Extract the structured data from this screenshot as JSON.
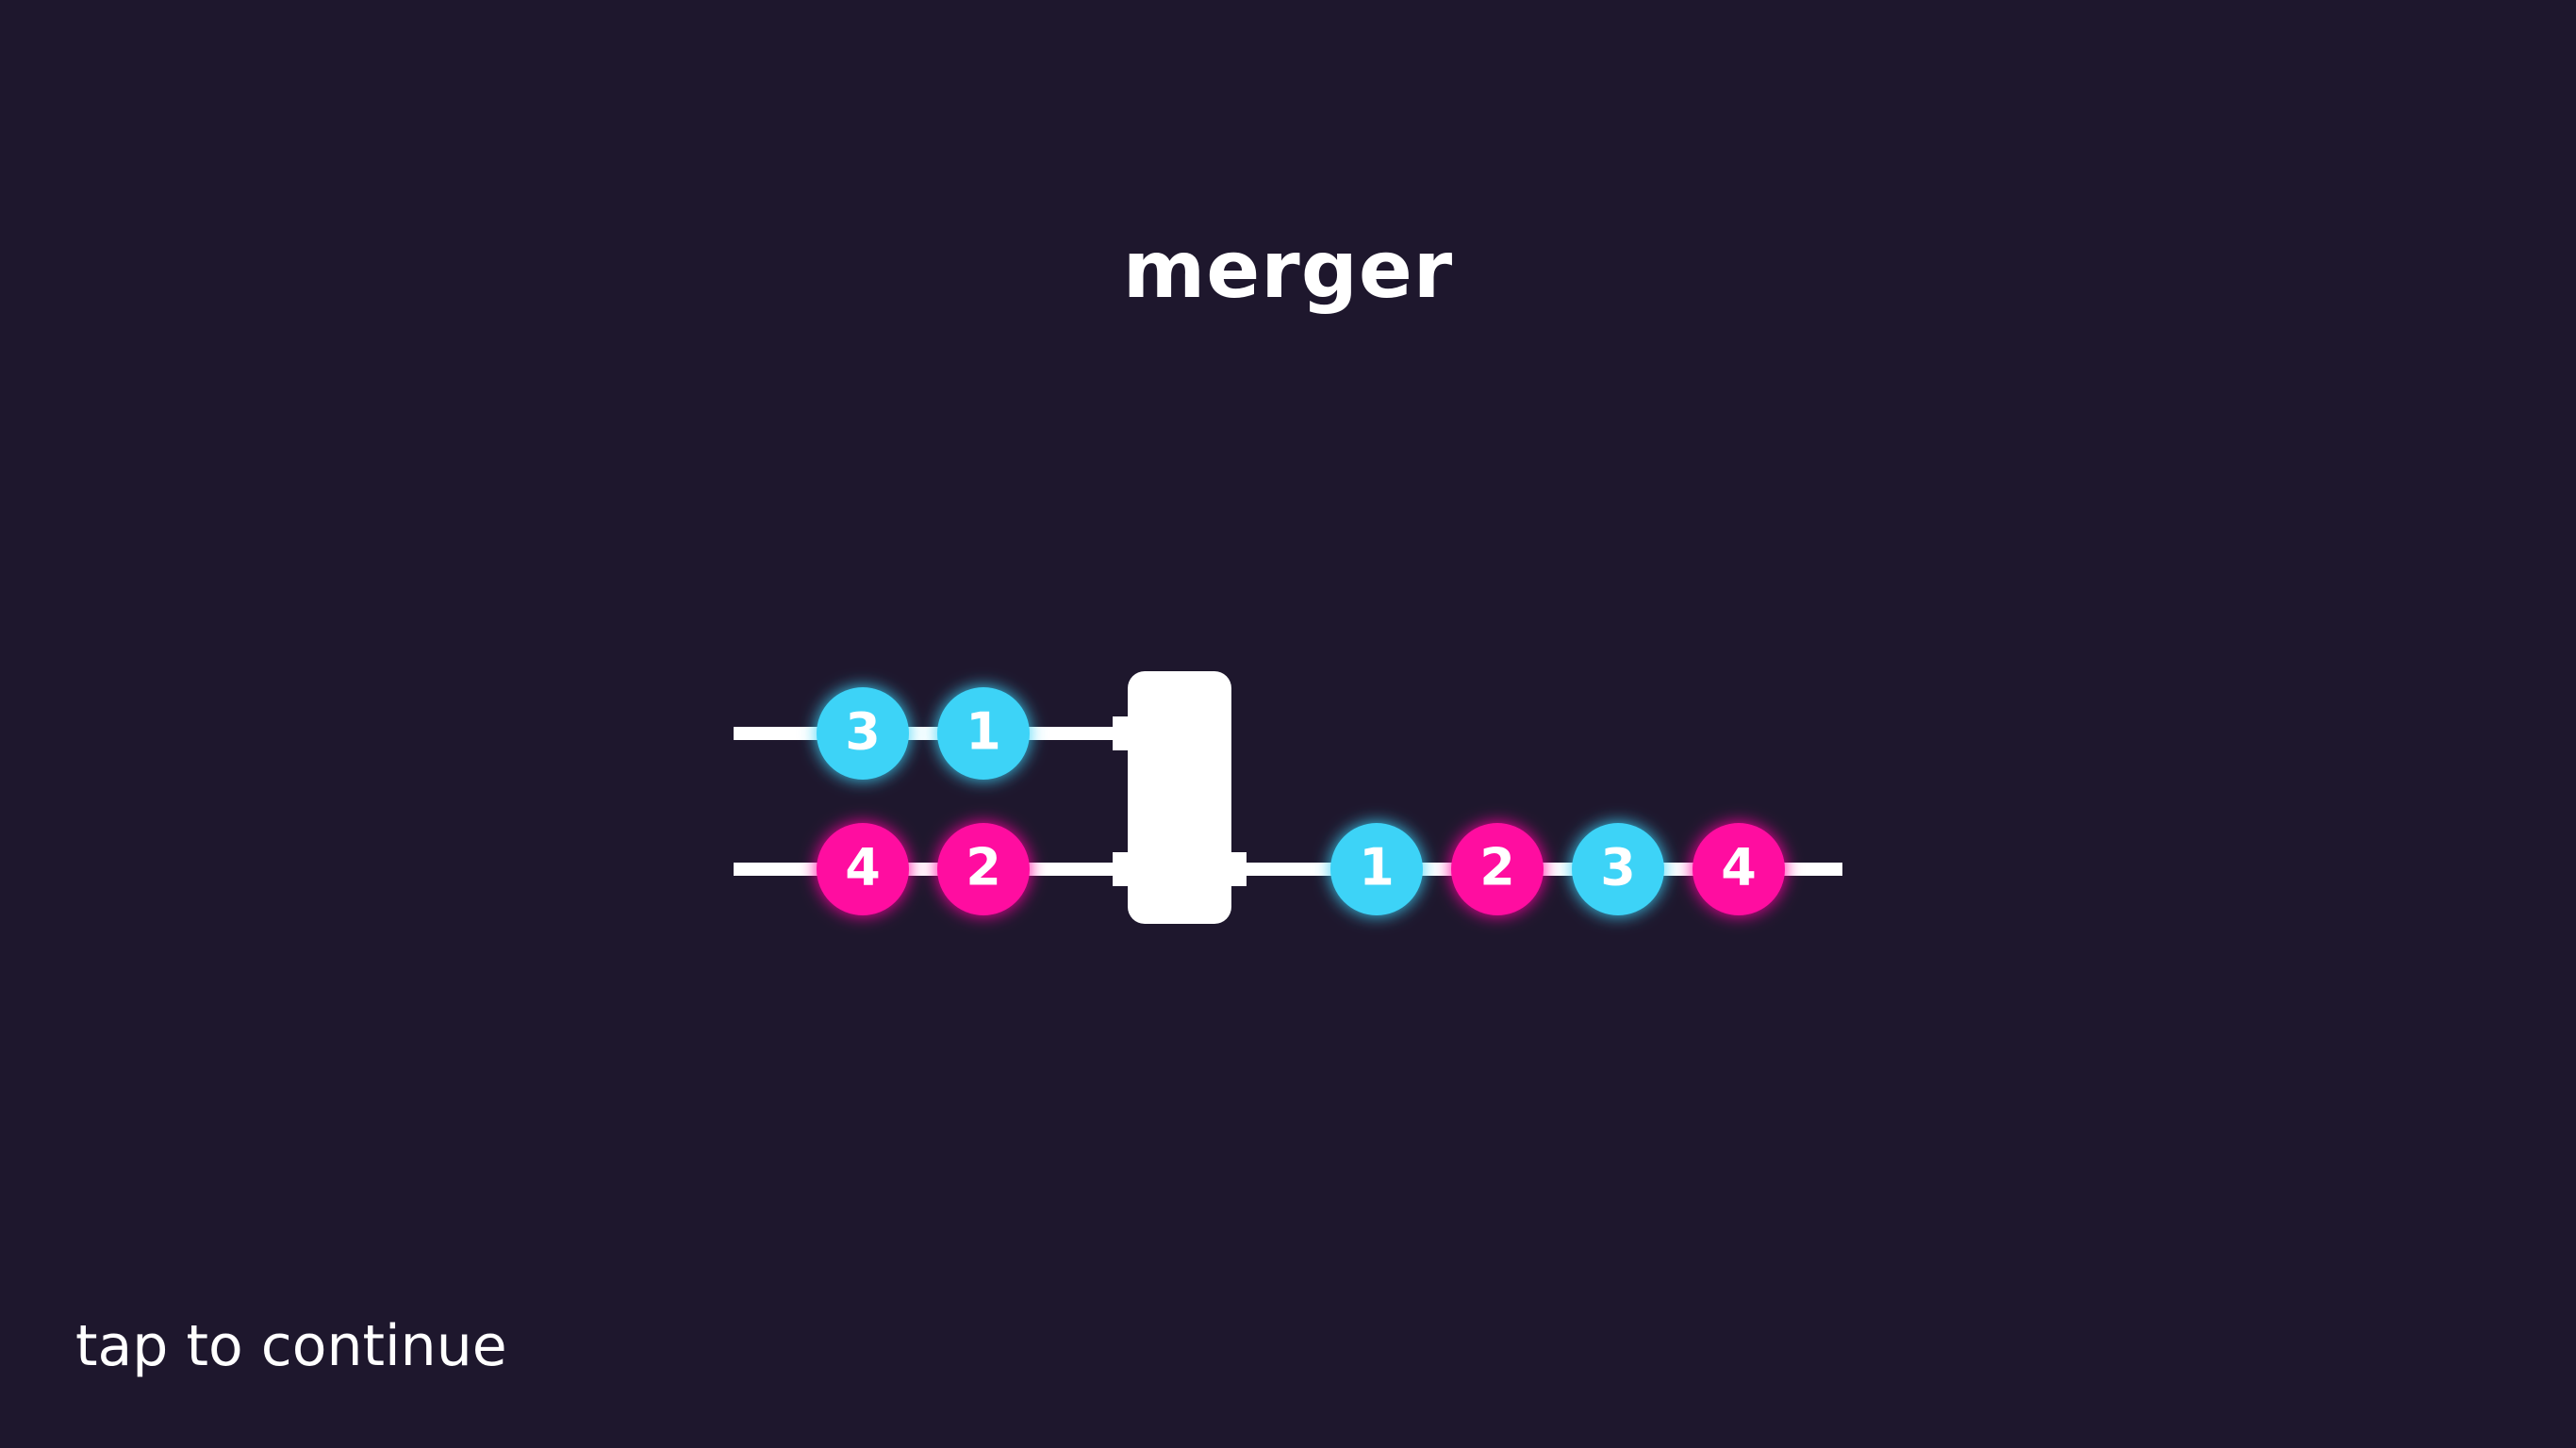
{
  "screen": {
    "title": "merger",
    "footer": "tap to continue"
  },
  "colors": {
    "background": "#1e172d",
    "track": "#ffffff",
    "blue": "#3dd3f7",
    "pink": "#ff0fa0",
    "merger_block": "#ffffff"
  },
  "diagram": {
    "input_top": [
      {
        "label": "3",
        "color": "blue"
      },
      {
        "label": "1",
        "color": "blue"
      }
    ],
    "input_bottom": [
      {
        "label": "4",
        "color": "pink"
      },
      {
        "label": "2",
        "color": "pink"
      }
    ],
    "output": [
      {
        "label": "1",
        "color": "blue"
      },
      {
        "label": "2",
        "color": "pink"
      },
      {
        "label": "3",
        "color": "blue"
      },
      {
        "label": "4",
        "color": "pink"
      }
    ]
  }
}
